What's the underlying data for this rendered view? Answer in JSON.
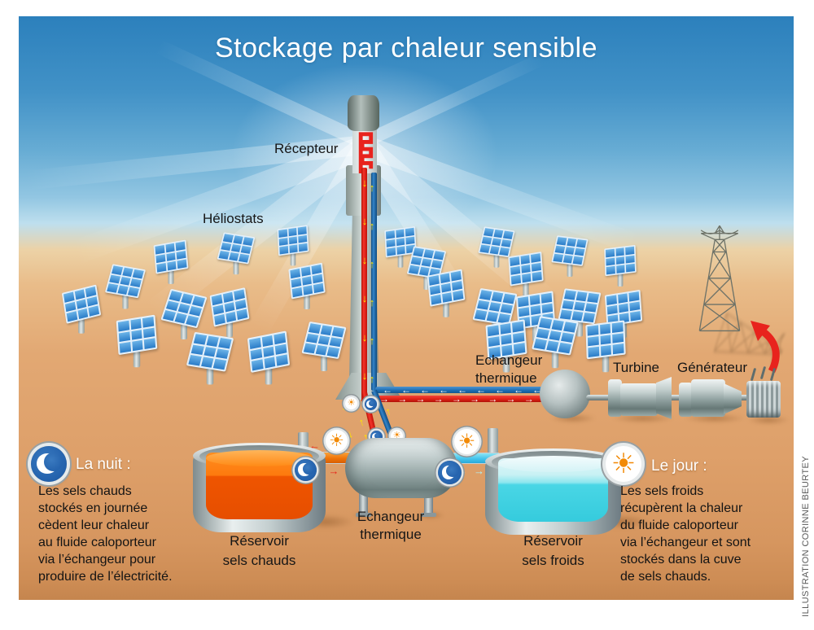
{
  "title": "Stockage par chaleur sensible",
  "credit": "ILLUSTRATION CORINNE BEURTEY",
  "labels": {
    "receiver": "Récepteur",
    "heliostats": "Héliostats",
    "exchanger_top": "Echangeur\nthermique",
    "turbine": "Turbine",
    "generator": "Générateur",
    "exchanger_bottom": "Echangeur\nthermique",
    "hot_tank": "Réservoir\nsels chauds",
    "cold_tank": "Réservoir\nsels froids"
  },
  "night": {
    "heading": "La nuit :",
    "body": "Les sels chauds\nstockés en journée\ncèdent leur chaleur\nau fluide caloporteur\nvia l’échangeur pour\nproduire de l’électricité."
  },
  "day": {
    "heading": "Le jour :",
    "body": "Les sels froids\nrécupèrent la chaleur\ndu fluide caloporteur\nvia l’échangeur et sont\nstockés dans la cuve\nde sels chauds."
  },
  "icons": {
    "sun_glyph": "☀",
    "moon_style": "css-crescent"
  },
  "colors": {
    "sky_top": "#2c80bc",
    "sky_horizon": "#bedfee",
    "sand": "#e0a76e",
    "pipe_hot": "#e82318",
    "pipe_cold_loop": "#1d6fb5",
    "pipe_salt_hot": "#f07408",
    "pipe_salt_cold": "#45c4ec",
    "salt_hot": "#f25a00",
    "salt_cold": "#3fd2e2",
    "flow_arrow": "#ffffff",
    "heat_arrow": "#ffe300"
  },
  "heliostats": {
    "count": 26,
    "positions": [
      [
        100,
        386,
        -14,
        0.95
      ],
      [
        154,
        357,
        10,
        0.9
      ],
      [
        210,
        327,
        -10,
        0.88
      ],
      [
        290,
        316,
        9,
        0.85
      ],
      [
        360,
        306,
        -8,
        0.82
      ],
      [
        377,
        357,
        -11,
        0.92
      ],
      [
        226,
        392,
        13,
        1
      ],
      [
        282,
        390,
        -13,
        0.97
      ],
      [
        168,
        425,
        -9,
        1.05
      ],
      [
        258,
        446,
        9,
        1.06
      ],
      [
        330,
        446,
        -11,
        1.06
      ],
      [
        398,
        431,
        9,
        1
      ],
      [
        492,
        308,
        -8,
        0.83
      ],
      [
        524,
        334,
        9,
        0.88
      ],
      [
        610,
        308,
        8,
        0.83
      ],
      [
        646,
        342,
        -9,
        0.9
      ],
      [
        700,
        319,
        7,
        0.84
      ],
      [
        762,
        331,
        -7,
        0.84
      ],
      [
        548,
        366,
        -11,
        0.95
      ],
      [
        608,
        390,
        9,
        1
      ],
      [
        658,
        394,
        -9,
        1
      ],
      [
        712,
        389,
        7,
        0.98
      ],
      [
        766,
        391,
        -9,
        0.96
      ],
      [
        622,
        431,
        -9,
        1.06
      ],
      [
        682,
        426,
        9,
        1.05
      ],
      [
        744,
        431,
        -7,
        1.05
      ]
    ]
  }
}
